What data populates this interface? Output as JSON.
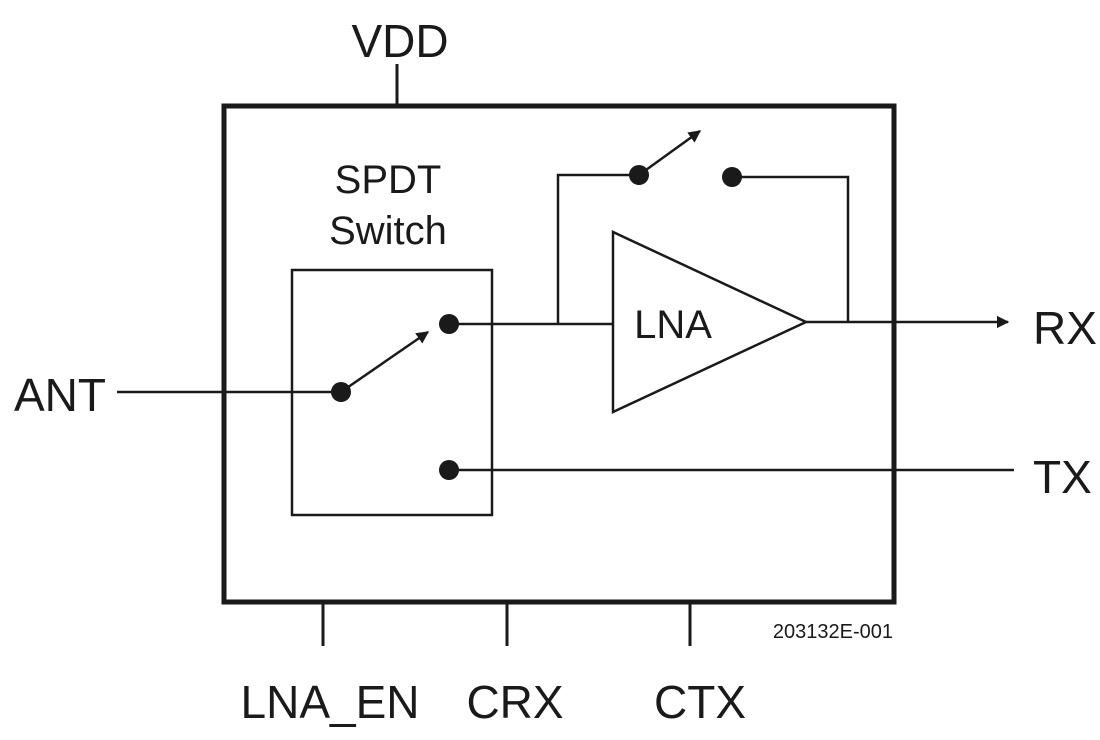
{
  "pins": {
    "vdd": "VDD",
    "ant": "ANT",
    "rx": "RX",
    "tx": "TX",
    "lna_en": "LNA_EN",
    "crx": "CRX",
    "ctx": "CTX"
  },
  "blocks": {
    "spdt_line1": "SPDT",
    "spdt_line2": "Switch",
    "lna": "LNA"
  },
  "figure_id": "203132E-001",
  "colors": {
    "ink": "#1a1a1a",
    "background": "#ffffff"
  }
}
